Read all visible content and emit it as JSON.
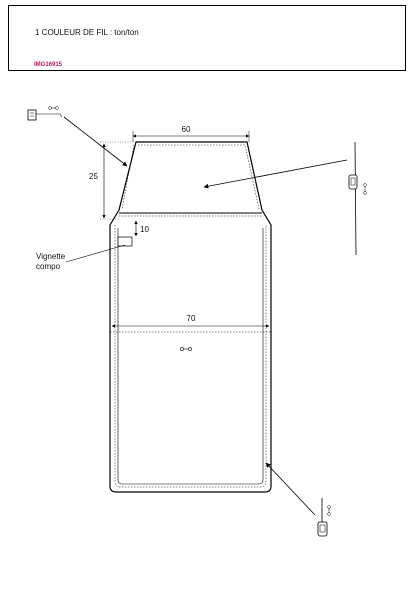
{
  "header": {
    "title": "1 COULEUR DE FIL : ton/ton",
    "ref": "IMG16915",
    "ref_color": "#c2185b"
  },
  "dimensions": {
    "top_width": "60",
    "flap_height": "25",
    "label_offset": "10",
    "body_width": "70"
  },
  "labels": {
    "vignette_line1": "Vignette",
    "vignette_line2": "compo"
  },
  "icons": [
    "label-tag-icon",
    "pin-icon",
    "hanger-icon"
  ]
}
